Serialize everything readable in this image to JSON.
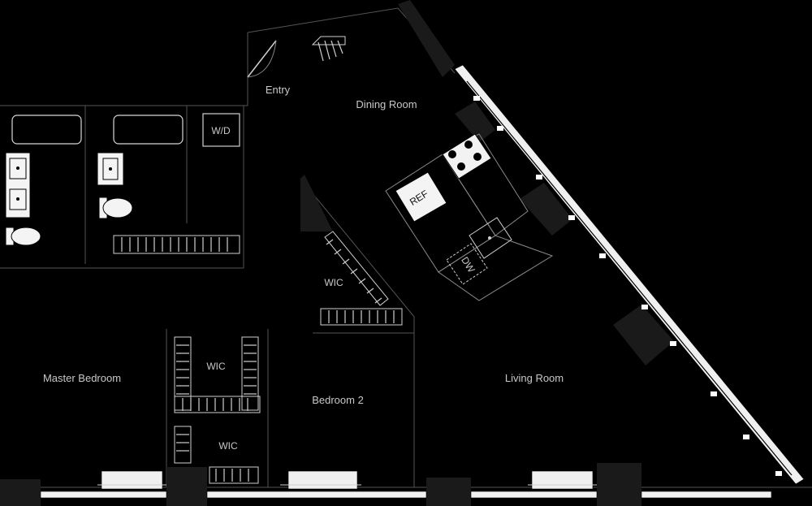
{
  "rooms": {
    "entry": "Entry",
    "dining_room": "Dining Room",
    "master_bedroom": "Master Bedroom",
    "bedroom_2": "Bedroom 2",
    "living_room": "Living Room"
  },
  "closets": {
    "wic_hall": "WIC",
    "wic_master_upper": "WIC",
    "wic_master_lower": "WIC"
  },
  "appliances": {
    "washer_dryer": "W/D",
    "refrigerator": "REF",
    "dishwasher": "DW"
  }
}
